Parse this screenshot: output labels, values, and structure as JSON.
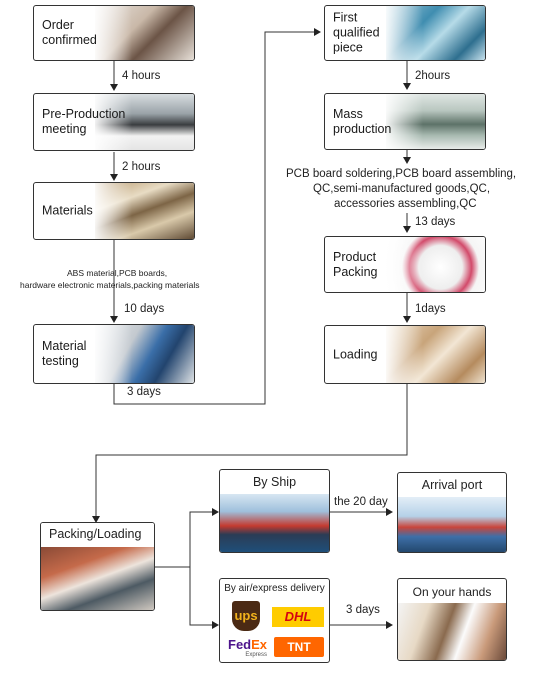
{
  "left_column": {
    "order_confirmed": "Order\nconfirmed",
    "step1_time": "4 hours",
    "pre_production": "Pre-Production\nmeeting",
    "step2_time": "2 hours",
    "materials": "Materials",
    "materials_note_line1": "ABS material,PCB boards,",
    "materials_note_line2": "hardware electronic materials,packing materials",
    "step3_time": "10 days",
    "material_testing": "Material\ntesting",
    "step4_time": "3 days"
  },
  "right_column": {
    "first_qualified": "First\nqualified\npiece",
    "step5_time": "2hours",
    "mass_production": "Mass\nproduction",
    "production_note_line1": "PCB board soldering,PCB board assembling,",
    "production_note_line2": "QC,semi-manufactured goods,QC,",
    "production_note_line3": "accessories assembling,QC",
    "step6_time": "13 days",
    "product_packing": "Product\nPacking",
    "step7_time": "1days",
    "loading": "Loading"
  },
  "bottom": {
    "packing_loading": "Packing/Loading",
    "by_ship": "By Ship",
    "ship_time": "the 20 day",
    "arrival_port": "Arrival port",
    "by_air": "By air/express delivery",
    "air_time": "3 days",
    "on_your_hands": "On your hands"
  },
  "logos": {
    "ups": "ups",
    "dhl": "DHL",
    "fedex_fed": "Fed",
    "fedex_ex": "Ex",
    "fedex_sub": "Express",
    "tnt": "TNT"
  }
}
